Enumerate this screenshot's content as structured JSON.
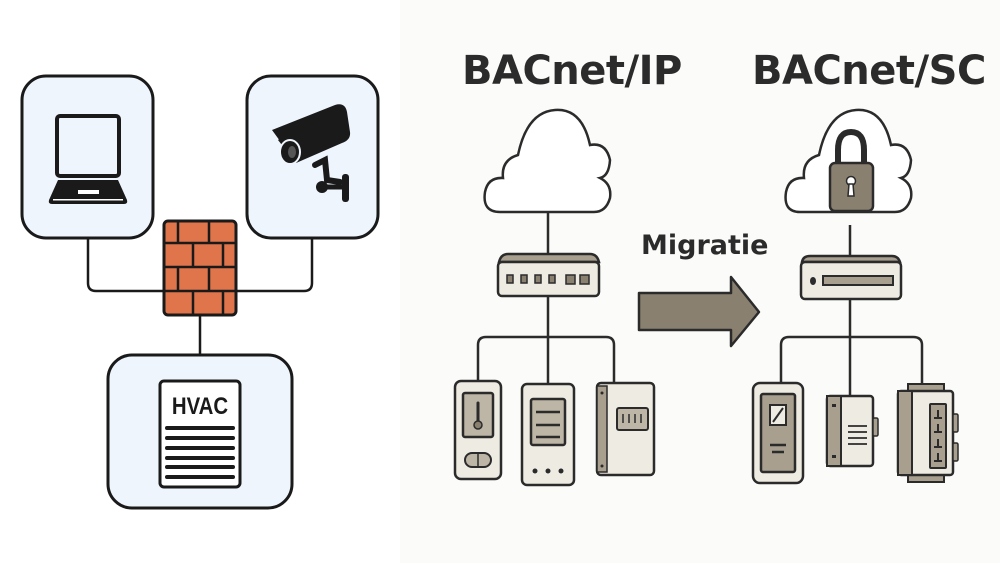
{
  "left_panel": {
    "devices": [
      {
        "name": "laptop",
        "icon": "laptop-icon"
      },
      {
        "name": "security-camera",
        "icon": "camera-icon"
      }
    ],
    "firewall": {
      "icon": "firewall-brick-icon"
    },
    "hvac": {
      "label": "HVAC",
      "icon": "document-icon"
    }
  },
  "right_panel": {
    "source": {
      "title": "BACnet/IP",
      "cloud_icon": "cloud-icon",
      "switch_icon": "network-switch-icon",
      "devices": [
        "thermostat-icon",
        "controller-icon",
        "meter-panel-icon"
      ]
    },
    "migration": {
      "label": "Migratie",
      "icon": "arrow-right-icon"
    },
    "target": {
      "title": "BACnet/SC",
      "cloud_icon": "secure-cloud-lock-icon",
      "hub_icon": "secure-hub-icon",
      "devices": [
        "wall-panel-icon",
        "io-module-icon",
        "outlet-panel-icon"
      ]
    }
  },
  "colors": {
    "outline": "#2b2b2b",
    "box_fill": "#eef5fc",
    "brick": "#e0744a",
    "taupe": "#8a8070",
    "device_fill": "#eeebe3",
    "device_dark": "#a89f8f"
  }
}
